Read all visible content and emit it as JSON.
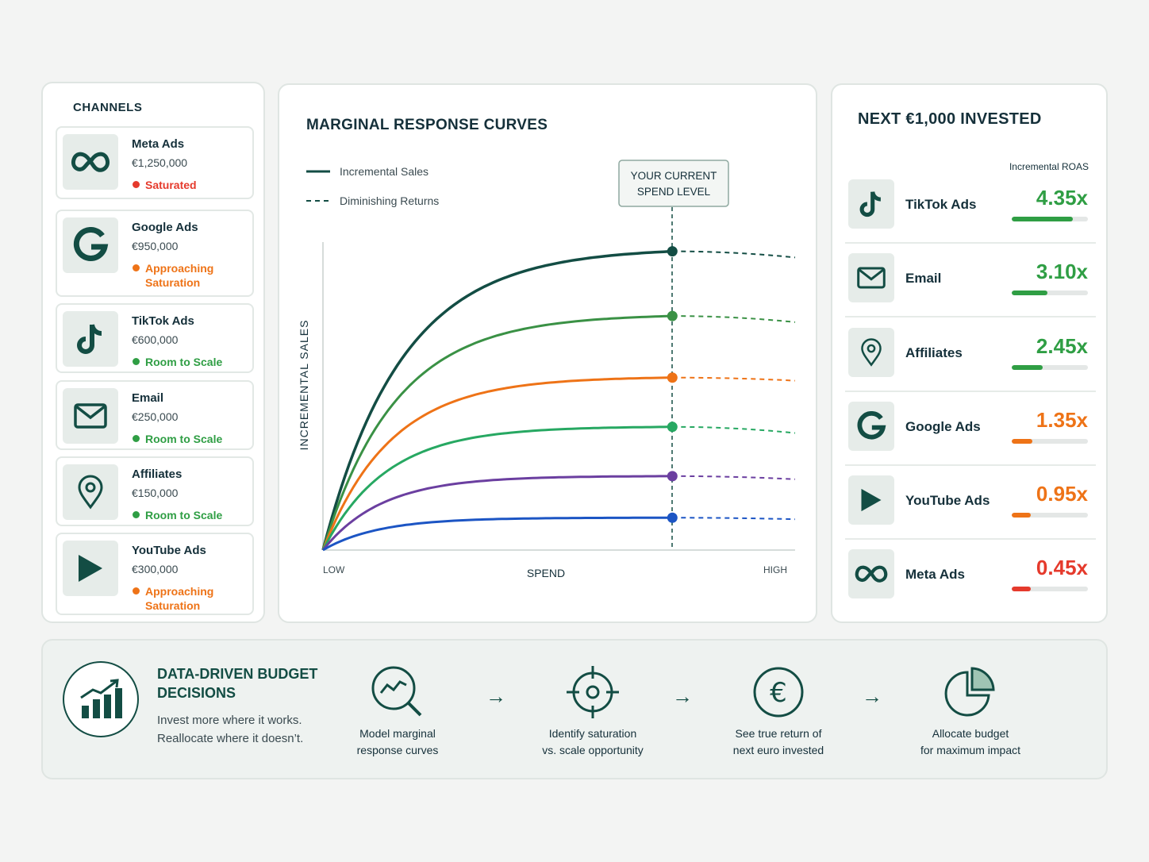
{
  "channels": {
    "title": "CHANNELS",
    "items": [
      {
        "name": "Meta Ads",
        "amount": "€1,250,000",
        "status": "Saturated",
        "status_color": "#e53a2c",
        "icon": "meta-infinity-icon"
      },
      {
        "name": "Google Ads",
        "amount": "€950,000",
        "status": "Approaching Saturation",
        "status_color": "#ee7317",
        "icon": "google-g-icon"
      },
      {
        "name": "TikTok Ads",
        "amount": "€600,000",
        "status": "Room to Scale",
        "status_color": "#2f9e44",
        "icon": "tiktok-note-icon"
      },
      {
        "name": "Email",
        "amount": "€250,000",
        "status": "Room to Scale",
        "status_color": "#2f9e44",
        "icon": "envelope-icon"
      },
      {
        "name": "Affiliates",
        "amount": "€150,000",
        "status": "Room to Scale",
        "status_color": "#2f9e44",
        "icon": "location-pin-icon"
      },
      {
        "name": "YouTube Ads",
        "amount": "€300,000",
        "status": "Approaching Saturation",
        "status_color": "#ee7317",
        "icon": "play-icon"
      }
    ]
  },
  "chart": {
    "title": "MARGINAL RESPONSE CURVES",
    "legend": {
      "solid": "Incremental Sales",
      "dashed": "Diminishing Returns"
    },
    "callout": "YOUR CURRENT SPEND LEVEL",
    "y_axis_label": "INCREMENTAL SALES",
    "x_axis_label": "SPEND",
    "x_low": "LOW",
    "x_high": "HIGH"
  },
  "chart_data": {
    "type": "line",
    "xlabel": "SPEND",
    "ylabel": "INCREMENTAL SALES",
    "x_ticks": [
      "LOW",
      "HIGH"
    ],
    "xlim": [
      0,
      1
    ],
    "ylim": [
      0,
      1
    ],
    "current_spend_x": 0.74,
    "grid": false,
    "series": [
      {
        "color": "#134d44",
        "plateau": 0.97,
        "end_value": 0.95,
        "rate": 6.0
      },
      {
        "color": "#3a9145",
        "plateau": 0.76,
        "end_value": 0.74,
        "rate": 6.5
      },
      {
        "color": "#ee7317",
        "plateau": 0.56,
        "end_value": 0.55,
        "rate": 7.0
      },
      {
        "color": "#27a862",
        "plateau": 0.4,
        "end_value": 0.38,
        "rate": 7.5
      },
      {
        "color": "#6b3fa0",
        "plateau": 0.24,
        "end_value": 0.23,
        "rate": 8.0
      },
      {
        "color": "#1c55c4",
        "plateau": 0.105,
        "end_value": 0.1,
        "rate": 8.5
      }
    ]
  },
  "roas": {
    "title": "NEXT €1,000 INVESTED",
    "column_label": "Incremental ROAS",
    "items": [
      {
        "name": "TikTok Ads",
        "value": "4.35x",
        "fill": 0.8,
        "color": "#2f9e44",
        "icon": "tiktok-note-icon"
      },
      {
        "name": "Email",
        "value": "3.10x",
        "fill": 0.47,
        "color": "#2f9e44",
        "icon": "envelope-icon"
      },
      {
        "name": "Affiliates",
        "value": "2.45x",
        "fill": 0.41,
        "color": "#2f9e44",
        "icon": "location-pin-icon"
      },
      {
        "name": "Google Ads",
        "value": "1.35x",
        "fill": 0.27,
        "color": "#ee7317",
        "icon": "google-g-icon"
      },
      {
        "name": "YouTube Ads",
        "value": "0.95x",
        "fill": 0.25,
        "color": "#ee7317",
        "icon": "play-icon"
      },
      {
        "name": "Meta Ads",
        "value": "0.45x",
        "fill": 0.25,
        "color": "#e53a2c",
        "icon": "meta-infinity-icon"
      }
    ]
  },
  "bottom": {
    "title": "DATA-DRIVEN BUDGET DECISIONS",
    "subtitle": "Invest more where it works. Reallocate where it doesn’t.",
    "steps": [
      {
        "label": "Model marginal\nresponse curves",
        "icon": "magnifier-chart-icon"
      },
      {
        "label": "Identify saturation\nvs. scale opportunity",
        "icon": "crosshair-icon"
      },
      {
        "label": "See true return of\nnext euro invested",
        "icon": "euro-coin-icon"
      },
      {
        "label": "Allocate budget\nfor maximum impact",
        "icon": "pie-chart-icon"
      }
    ]
  },
  "colors": {
    "brand": "#134d44",
    "green": "#2f9e44",
    "orange": "#ee7317",
    "red": "#e53a2c"
  }
}
